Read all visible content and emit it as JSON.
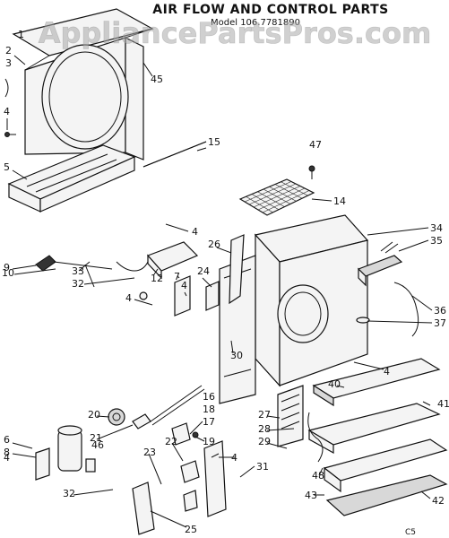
{
  "title": "AIR FLOW AND CONTROL PARTS",
  "model": "Model 106.7781890",
  "watermark": "AppliancePartsPros.com",
  "corner_code": "C5",
  "callouts": [
    "1",
    "2",
    "3",
    "4",
    "5",
    "45",
    "15",
    "47",
    "14",
    "4",
    "26",
    "34",
    "35",
    "9",
    "10",
    "33",
    "32",
    "12",
    "7",
    "24",
    "4",
    "4",
    "36",
    "37",
    "30",
    "4",
    "16",
    "18",
    "17",
    "20",
    "19",
    "21",
    "40",
    "41",
    "27",
    "28",
    "29",
    "6",
    "8",
    "46",
    "4",
    "22",
    "23",
    "4",
    "31",
    "48",
    "43",
    "32",
    "25",
    "42"
  ]
}
